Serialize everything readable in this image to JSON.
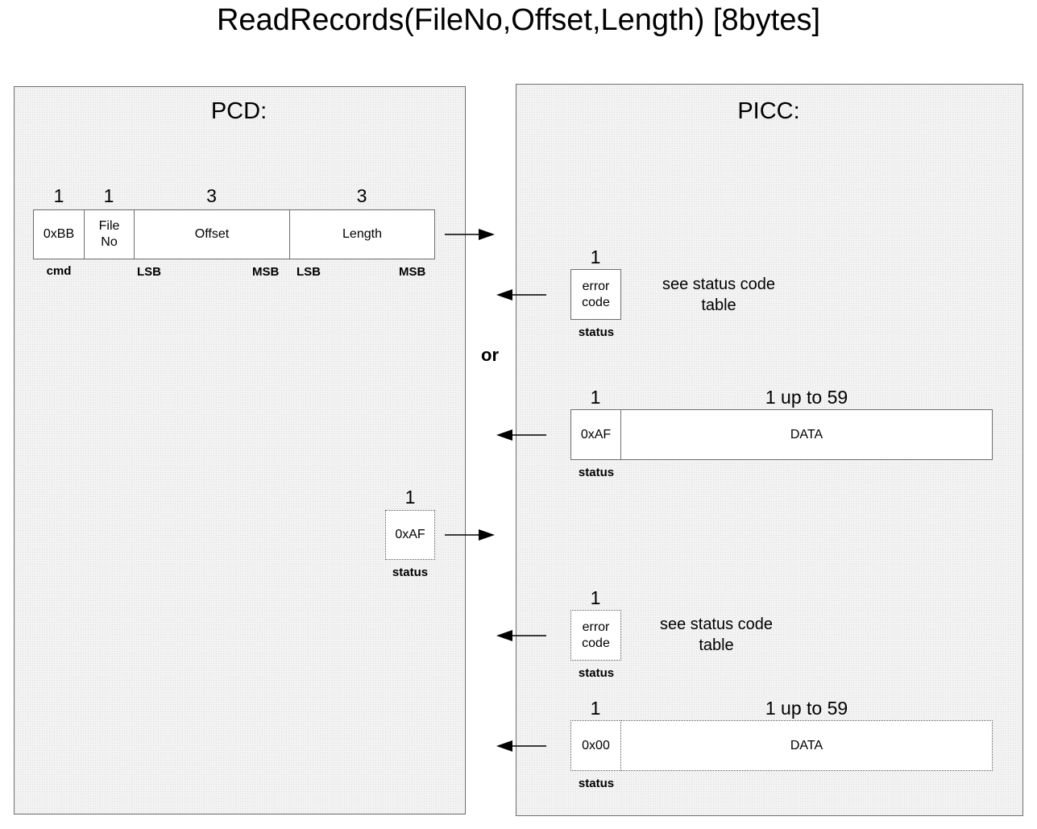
{
  "title": "ReadRecords(FileNo,Offset,Length) [8bytes]",
  "pcd": {
    "heading": "PCD:",
    "command": {
      "fields": [
        {
          "count": "1",
          "label": "0xBB"
        },
        {
          "count": "1",
          "label": "File\nNo"
        },
        {
          "count": "3",
          "label": "Offset"
        },
        {
          "count": "3",
          "label": "Length"
        }
      ],
      "cmd_label": "cmd",
      "offset_lsb": "LSB",
      "offset_msb": "MSB",
      "length_lsb": "LSB",
      "length_msb": "MSB"
    },
    "continue_frame": {
      "count": "1",
      "label": "0xAF",
      "caption": "status"
    }
  },
  "picc": {
    "heading": "PICC:",
    "error1": {
      "count": "1",
      "label": "error\ncode",
      "caption": "status",
      "note": "see status code\ntable"
    },
    "or_label": "or",
    "data1": {
      "status_count": "1",
      "data_count": "1 up to 59",
      "status_label": "0xAF",
      "data_label": "DATA",
      "caption": "status"
    },
    "error2": {
      "count": "1",
      "label": "error\ncode",
      "caption": "status",
      "note": "see status code\ntable"
    },
    "data2": {
      "status_count": "1",
      "data_count": "1 up to 59",
      "status_label": "0x00",
      "data_label": "DATA",
      "caption": "status"
    }
  }
}
